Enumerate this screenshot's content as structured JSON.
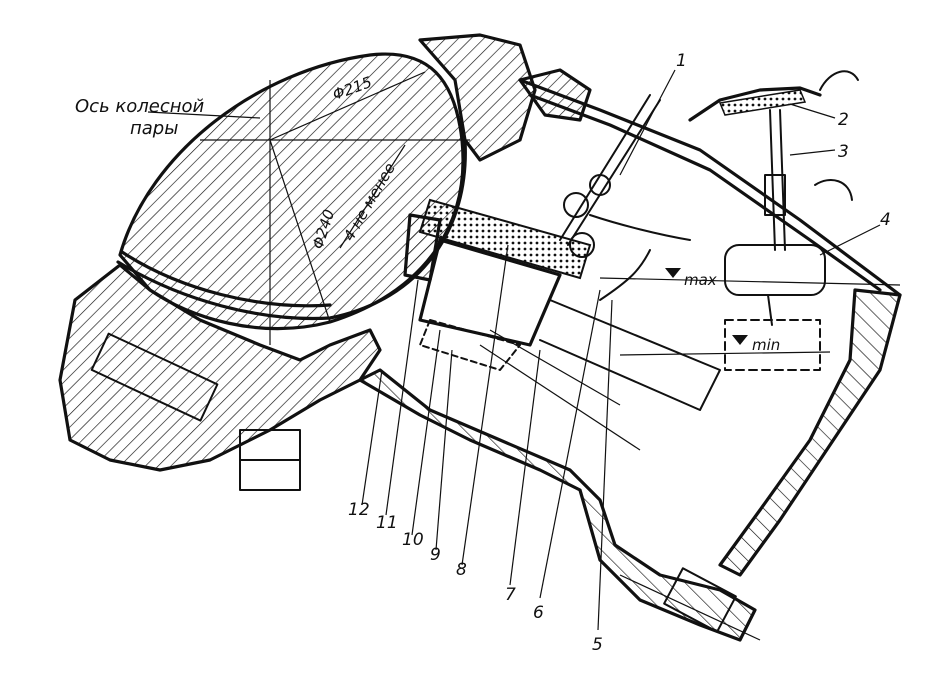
{
  "labels": {
    "axis_title_line1": "Ось колесной",
    "axis_title_line2": "пары",
    "dim_215": "Φ215",
    "dim_240": "Φ240",
    "dim_4": "4 не менее",
    "level_max": "max",
    "level_min": "min"
  },
  "callouts": [
    "1",
    "2",
    "3",
    "4",
    "5",
    "6",
    "7",
    "8",
    "9",
    "10",
    "11",
    "12"
  ],
  "colors": {
    "ink": "#111111",
    "paper": "#ffffff"
  }
}
